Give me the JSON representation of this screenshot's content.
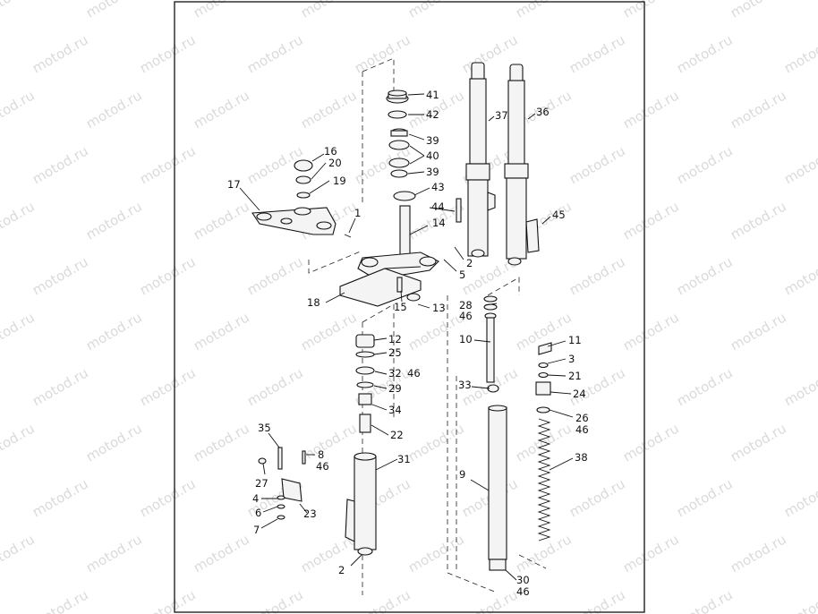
{
  "watermark": "motod.ru",
  "callouts": [
    "41",
    "42",
    "39",
    "40",
    "39",
    "43",
    "16",
    "20",
    "19",
    "17",
    "1",
    "14",
    "44",
    "2",
    "5",
    "37",
    "36",
    "45",
    "18",
    "15",
    "13",
    "28",
    "46",
    "10",
    "12",
    "25",
    "32",
    "46",
    "29",
    "34",
    "22",
    "33",
    "11",
    "3",
    "21",
    "24",
    "26",
    "46",
    "35",
    "8",
    "46",
    "27",
    "31",
    "38",
    "9",
    "4",
    "6",
    "23",
    "7",
    "2",
    "30",
    "46"
  ]
}
